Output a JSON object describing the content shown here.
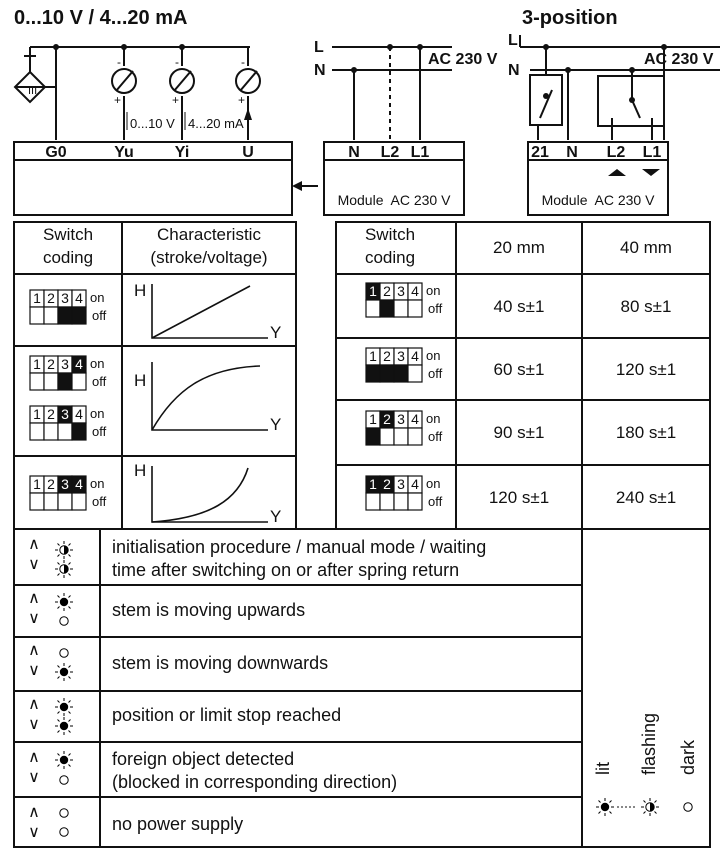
{
  "wiring": {
    "title_left": "0...10 V / 4...20 mA",
    "title_right": "3-position",
    "left_terminals": [
      "G0",
      "Yu",
      "Yi",
      "U"
    ],
    "range_labels": [
      "0...10 V",
      "4...20 mA"
    ],
    "mid_lines": [
      "L",
      "N"
    ],
    "mid_supply": "AC 230 V",
    "mid_terminals": [
      "N",
      "L2",
      "L1"
    ],
    "mid_module": "Module  AC 230 V",
    "right_lines": [
      "L",
      "N"
    ],
    "right_supply": "AC 230 V",
    "right_terminals": [
      "21",
      "N",
      "L2",
      "L1"
    ],
    "right_module": "Module  AC 230 V"
  },
  "coding_table": {
    "header_switch": [
      "Switch",
      "coding"
    ],
    "header_char": [
      "Characteristic",
      "(stroke/voltage)"
    ],
    "dip_numbers": [
      "1",
      "2",
      "3",
      "4"
    ],
    "dip_on": "on",
    "dip_off": "off",
    "axis_h": "H",
    "axis_y": "Y"
  },
  "time_table": {
    "header_switch": [
      "Switch",
      "coding"
    ],
    "col_20": "20 mm",
    "col_40": "40 mm",
    "rows": [
      {
        "t20": "40 s±1",
        "t40": "80 s±1"
      },
      {
        "t20": "60 s±1",
        "t40": "120 s±1"
      },
      {
        "t20": "90 s±1",
        "t40": "180 s±1"
      },
      {
        "t20": "120 s±1",
        "t40": "240 s±1"
      }
    ]
  },
  "led_table": {
    "rows": [
      {
        "text": [
          "initialisation procedure / manual mode / waiting",
          "time after switching on or after spring return"
        ]
      },
      {
        "text": [
          "stem is moving upwards"
        ]
      },
      {
        "text": [
          "stem is moving downwards"
        ]
      },
      {
        "text": [
          "position or limit stop reached"
        ]
      },
      {
        "text": [
          "foreign object detected",
          "(blocked in corresponding direction)"
        ]
      },
      {
        "text": [
          "no power supply"
        ]
      }
    ],
    "legend": [
      "lit",
      "flashing",
      "dark"
    ]
  }
}
